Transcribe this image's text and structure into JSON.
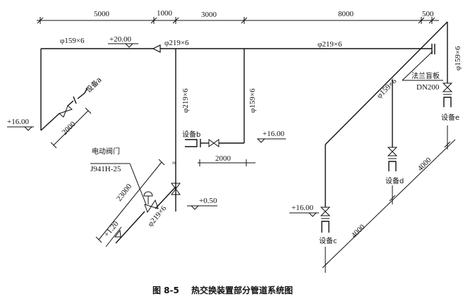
{
  "dimensions": {
    "d5000": "5000",
    "d1000": "1000",
    "d3000": "3000",
    "d8000": "8000",
    "d500": "500",
    "d2000_a": "2000",
    "d2000_b": "2000",
    "d23000": "23000",
    "d4000_1": "4000",
    "d4000_2": "4000"
  },
  "pipes": {
    "top_left": "φ159×6",
    "top_mid": "φ219×6",
    "top_right": "φ219×6",
    "riser_main": "φ219×6",
    "riser_b": "φ159×6",
    "diag_right": "φ159×6",
    "riser_e": "φ159×6",
    "bottom_diag": "φ219×6"
  },
  "elevations": {
    "top": "+20.00",
    "left": "+16.00",
    "b": "+16.00",
    "c": "+16.00",
    "valve": "+0.50",
    "bottom": "+1.20"
  },
  "equipment": {
    "a": "设备a",
    "b": "设备b",
    "c": "设备c",
    "d": "设备d",
    "e": "设备e"
  },
  "notes": {
    "blind_flange": "法兰盲板",
    "blind_flange_size": "DN200",
    "motor_valve": "电动阀门",
    "motor_valve_model": "J941H-25"
  },
  "caption": {
    "number": "图 8-5",
    "title": "热交换装置部分管道系统图"
  }
}
